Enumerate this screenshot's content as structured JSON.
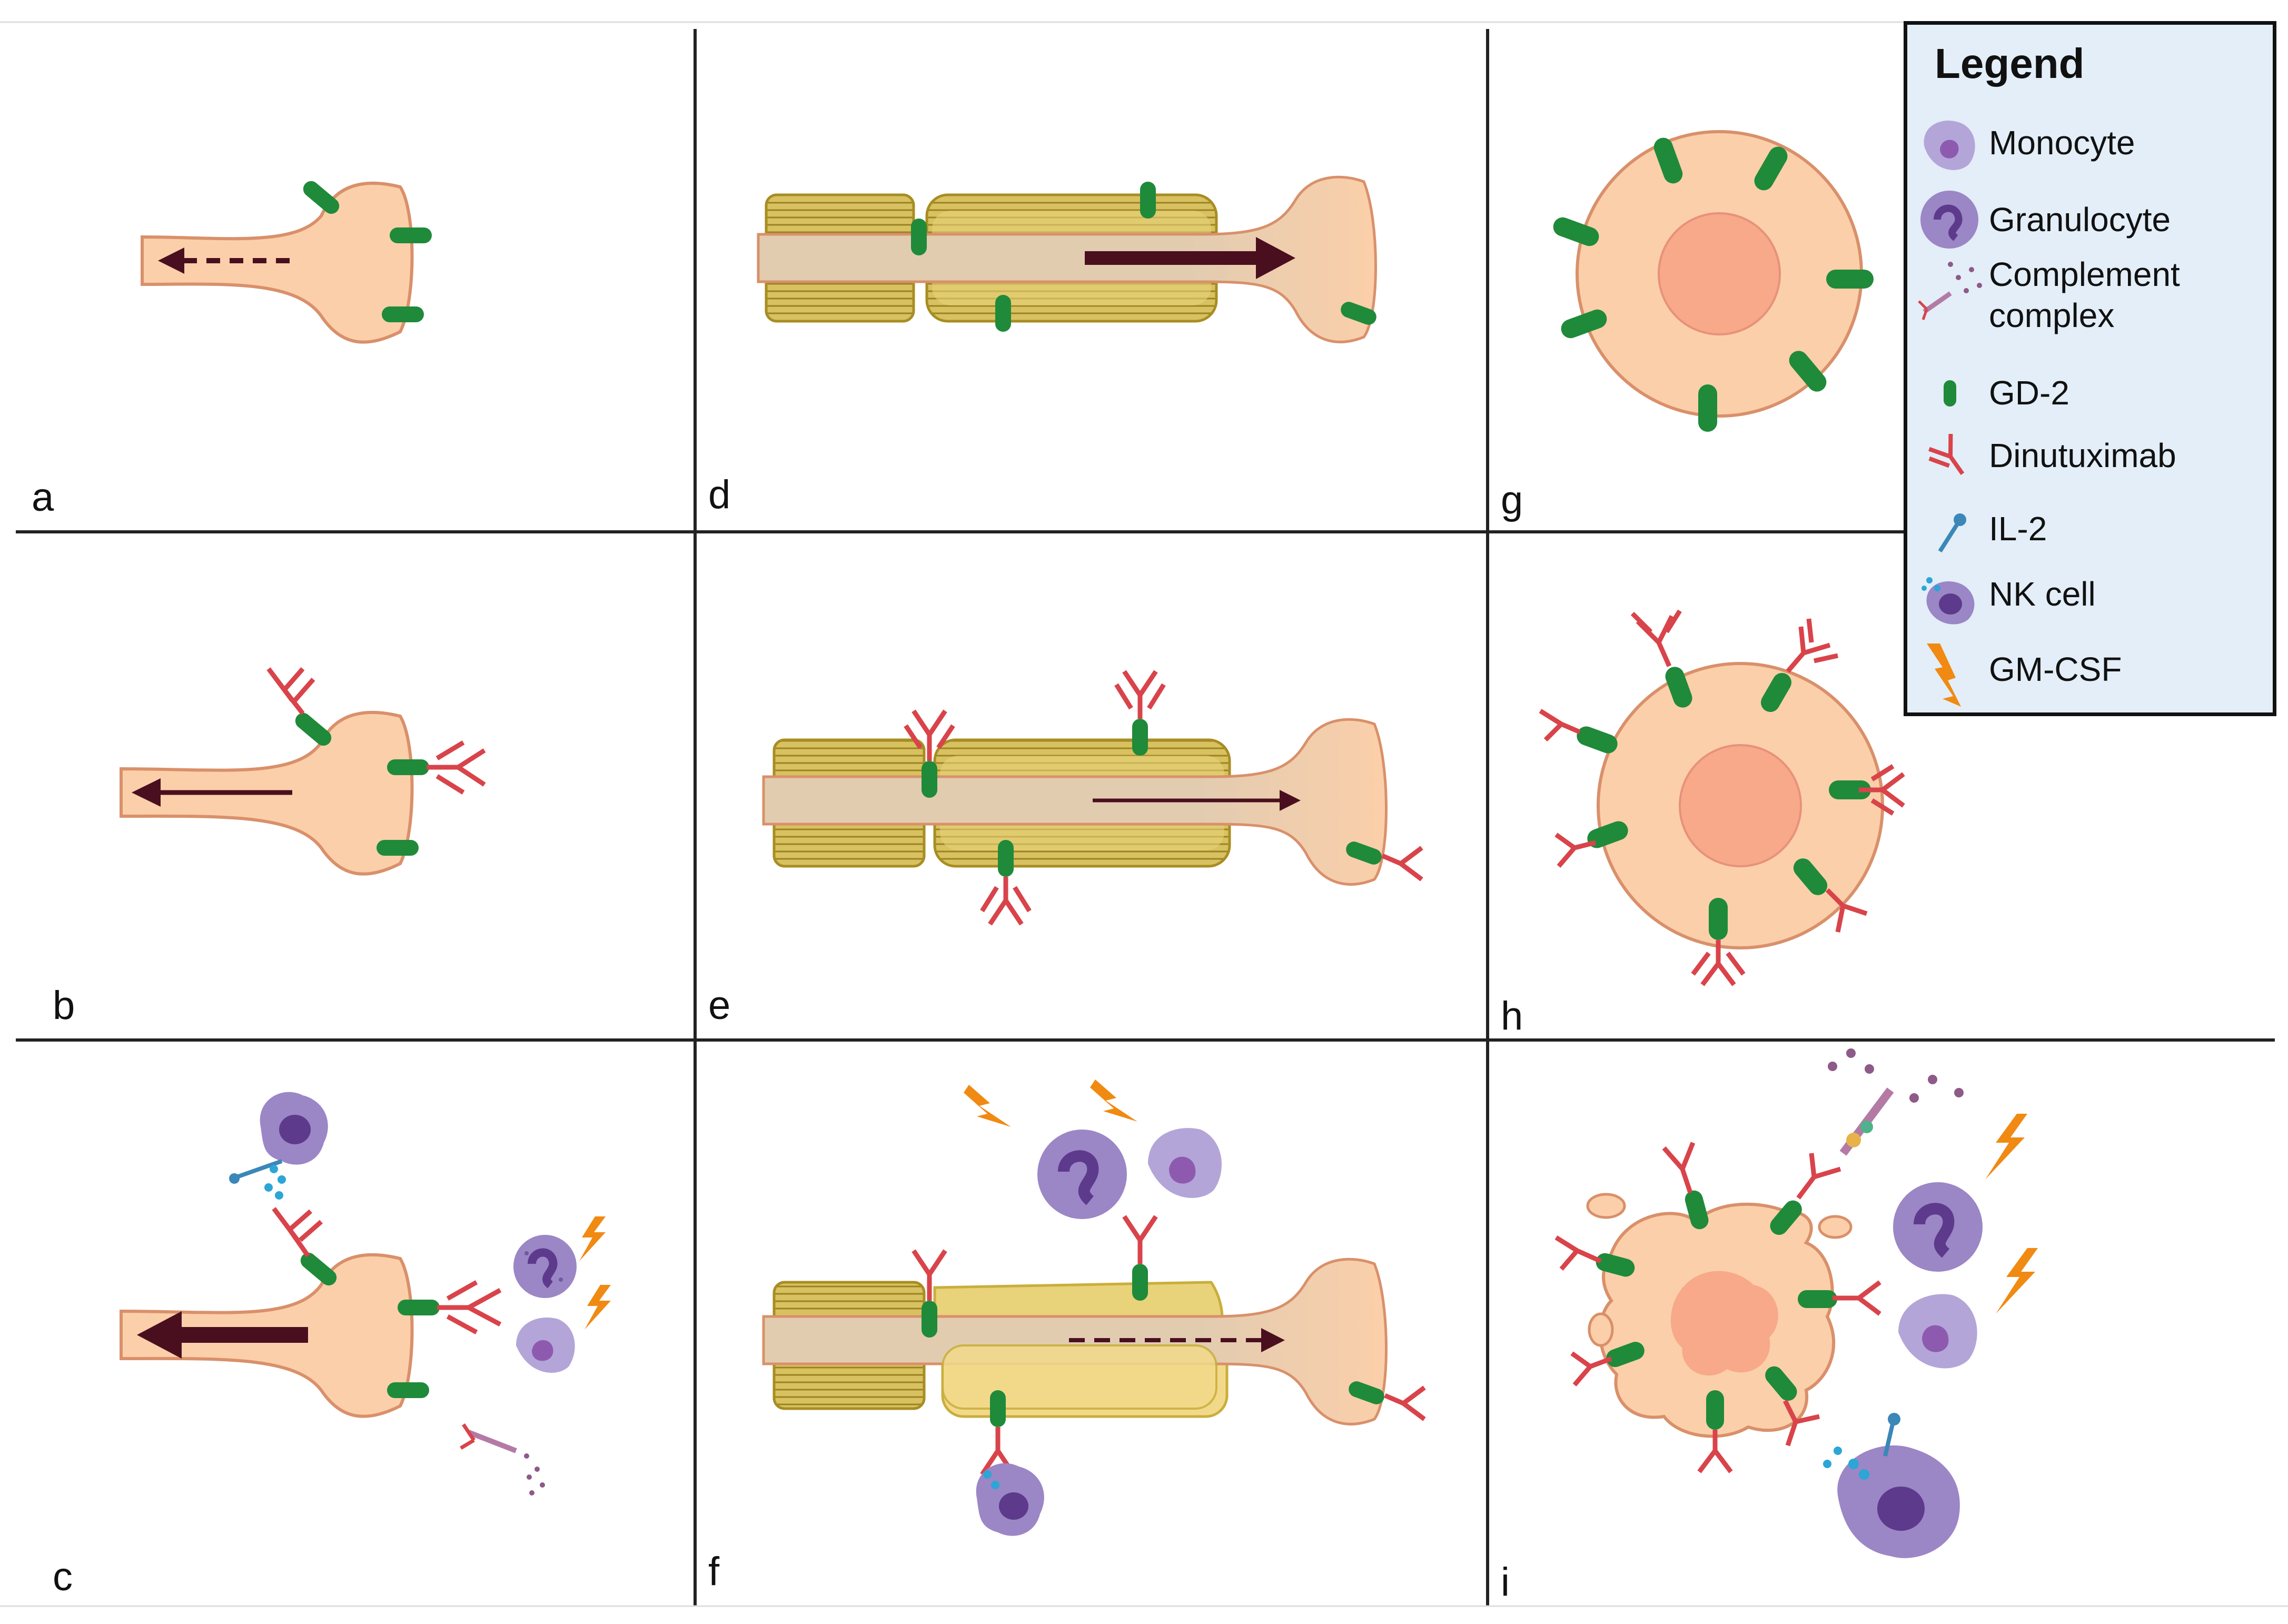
{
  "panels": [
    {
      "label": "a"
    },
    {
      "label": "b"
    },
    {
      "label": "c"
    },
    {
      "label": "d"
    },
    {
      "label": "e"
    },
    {
      "label": "f"
    },
    {
      "label": "g"
    },
    {
      "label": "h"
    },
    {
      "label": "i"
    }
  ],
  "legend": {
    "title": "Legend",
    "items": [
      {
        "icon": "monocyte-icon",
        "label": "Monocyte"
      },
      {
        "icon": "granulocyte-icon",
        "label": "Granulocyte"
      },
      {
        "icon": "complement-complex-icon",
        "label": "Complement complex"
      },
      {
        "icon": "gd2-icon",
        "label": "GD-2"
      },
      {
        "icon": "dinutuximab-icon",
        "label": "Dinutuximab"
      },
      {
        "icon": "il2-icon",
        "label": "IL-2"
      },
      {
        "icon": "nk-cell-icon",
        "label": "NK cell"
      },
      {
        "icon": "gm-csf-icon",
        "label": "GM-CSF"
      }
    ]
  },
  "colors": {
    "cell_fill": "#fbcfaa",
    "cell_stroke": "#d9906a",
    "nucleus": "#f7a98a",
    "gd2": "#1f8a3a",
    "antibody": "#d9434a",
    "myelin": "#c9ae3b",
    "arrow": "#4a0f1f",
    "immune_cell": "#9b86c6",
    "gm_csf": "#f08a12",
    "il2": "#3b87b8"
  }
}
